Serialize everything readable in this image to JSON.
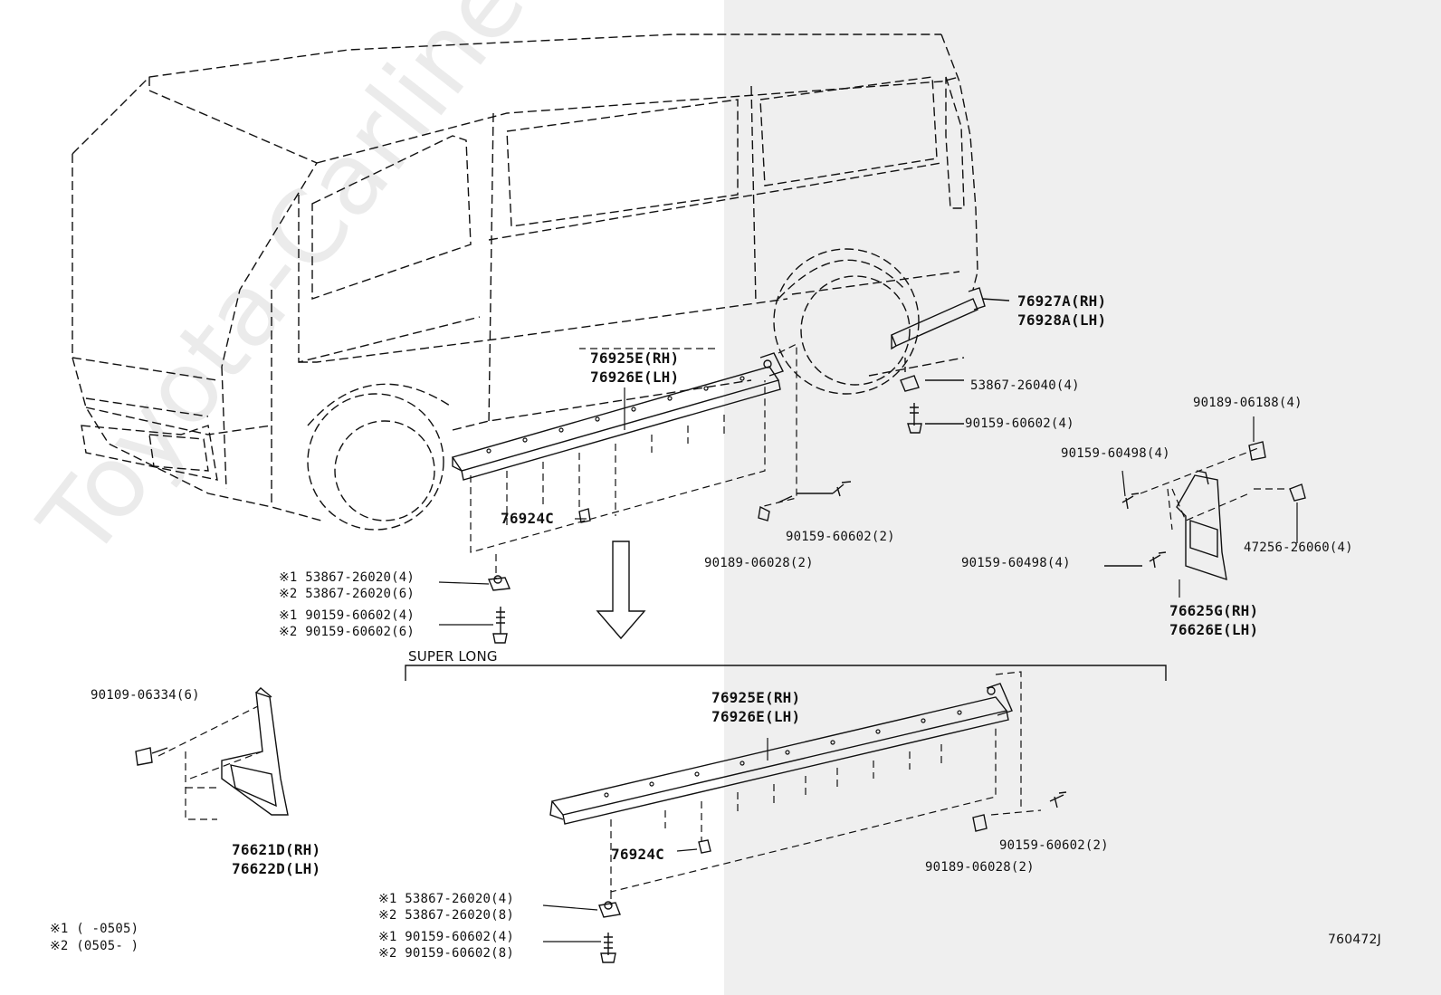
{
  "diagram": {
    "watermark": "Toyota-Carline.ru",
    "section_title": "SUPER LONG",
    "diagram_code": "760472J",
    "footnotes": {
      "note1": "※1 (      -0505)",
      "note2": "※2 (0505-       )"
    },
    "upper": {
      "rear_step": {
        "line1": "76927A(RH)",
        "line2": "76928A(LH)"
      },
      "side_step": {
        "line1": "76925E(RH)",
        "line2": "76926E(LH)"
      },
      "nut_53867_26040": "53867-26040(4)",
      "bolt_90159_60602_4": "90159-60602(4)",
      "clip_76924c": "76924C",
      "bolt_90159_60602_2": "90159-60602(2)",
      "nut_90189_06028_2": "90189-06028(2)",
      "sub1_nut": "※1 53867-26020(4)",
      "sub2_nut": "※2 53867-26020(6)",
      "sub1_bolt": "※1 90159-60602(4)",
      "sub2_bolt": "※2 90159-60602(6)"
    },
    "mudguard_rear": {
      "nut_90189_06188": "90189-06188(4)",
      "bolt_90159_60498_top": "90159-60498(4)",
      "bolt_90159_60498_bottom": "90159-60498(4)",
      "clip_47256_26060": "47256-26060(4)",
      "line1": "76625G(RH)",
      "line2": "76626E(LH)"
    },
    "mudguard_front": {
      "bolt_90109_06334": "90109-06334(6)",
      "line1": "76621D(RH)",
      "line2": "76622D(LH)"
    },
    "lower": {
      "side_step": {
        "line1": "76925E(RH)",
        "line2": "76926E(LH)"
      },
      "clip_76924c": "76924C",
      "bolt_90159_60602_2": "90159-60602(2)",
      "nut_90189_06028_2": "90189-06028(2)",
      "sub1_nut": "※1 53867-26020(4)",
      "sub2_nut": "※2 53867-26020(8)",
      "sub1_bolt": "※1 90159-60602(4)",
      "sub2_bolt": "※2 90159-60602(8)"
    }
  }
}
